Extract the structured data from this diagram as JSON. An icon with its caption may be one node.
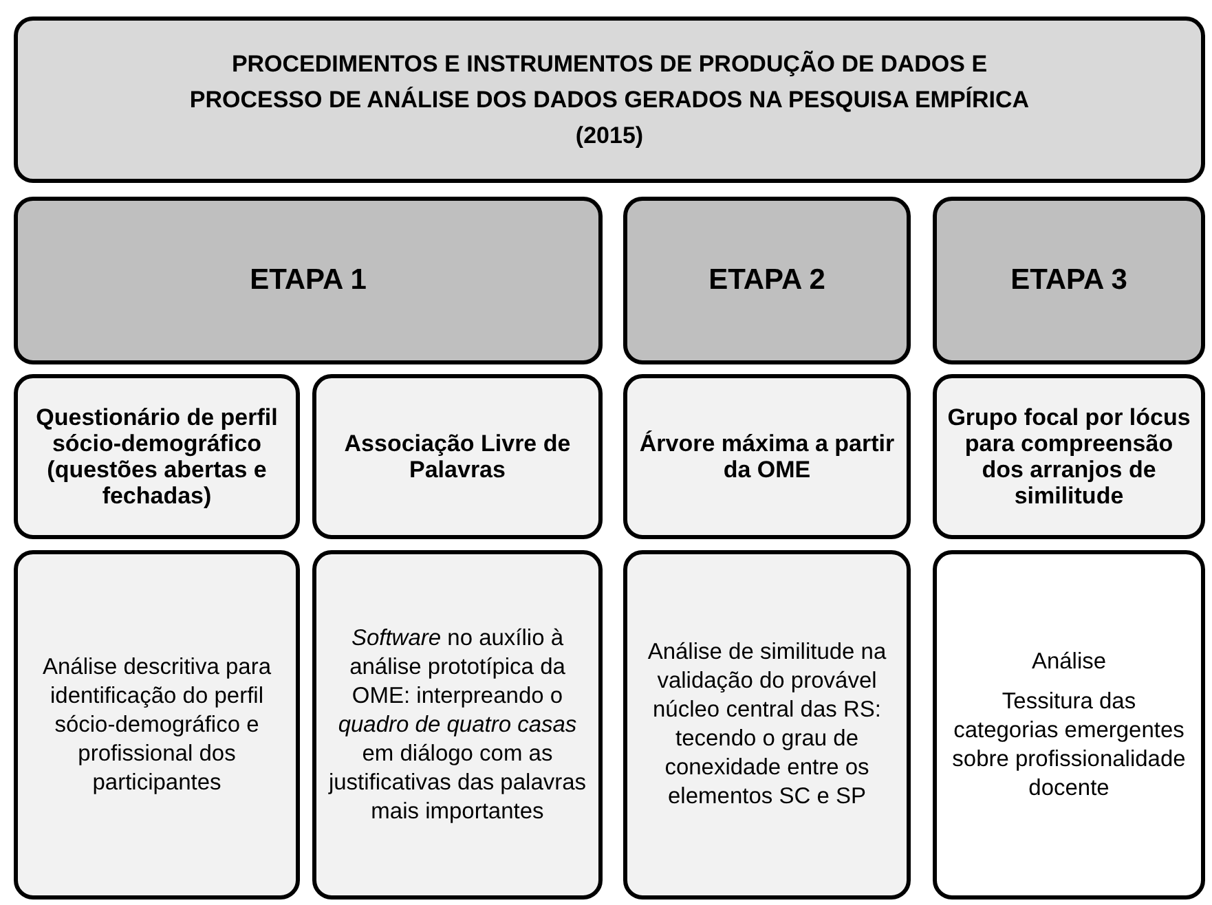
{
  "diagram": {
    "nodes": [
      {
        "text": [
          "PROCEDIMENTOS  E INSTRUMENTOS DE PRODUÇÃO DE DADOS E PROCESSO DE ANÁLISE DOS DADOS GERADOS NA PESQUISA EMPÍRICA (2015)"
        ]
      },
      {
        "text": [
          "ETAPA 1"
        ]
      },
      {
        "text": [
          "ETAPA 2"
        ]
      },
      {
        "text": [
          "ETAPA 3"
        ]
      },
      {
        "text": [
          "Questionário de perfil sócio-demográfico (questões abertas e  fechadas)"
        ]
      },
      {
        "text": [
          "Associação Livre de Palavras"
        ]
      },
      {
        "text": [
          "Árvore máxima a partir da OME"
        ]
      },
      {
        "text": [
          "Grupo focal por lócus para compreensão dos arranjos de similitude"
        ]
      },
      {
        "text": [
          "Análise descritiva para identificação do perfil sócio-demográfico e profissional dos participantes"
        ]
      },
      {
        "text": [
          "*Software* no auxílio à análise prototípica da OME: interpreando o *quadro de quatro casas* em diálogo com as justificativas das palavras mais importantes"
        ]
      },
      {
        "text": [
          "Análise de similitude na validação do provável núcleo central das RS: tecendo o grau de conexidade entre os elementos SC e SP"
        ]
      },
      {
        "text": [
          "Análise",
          "Tessitura das categorias emergentes sobre profissionalidade docente"
        ]
      }
    ]
  }
}
